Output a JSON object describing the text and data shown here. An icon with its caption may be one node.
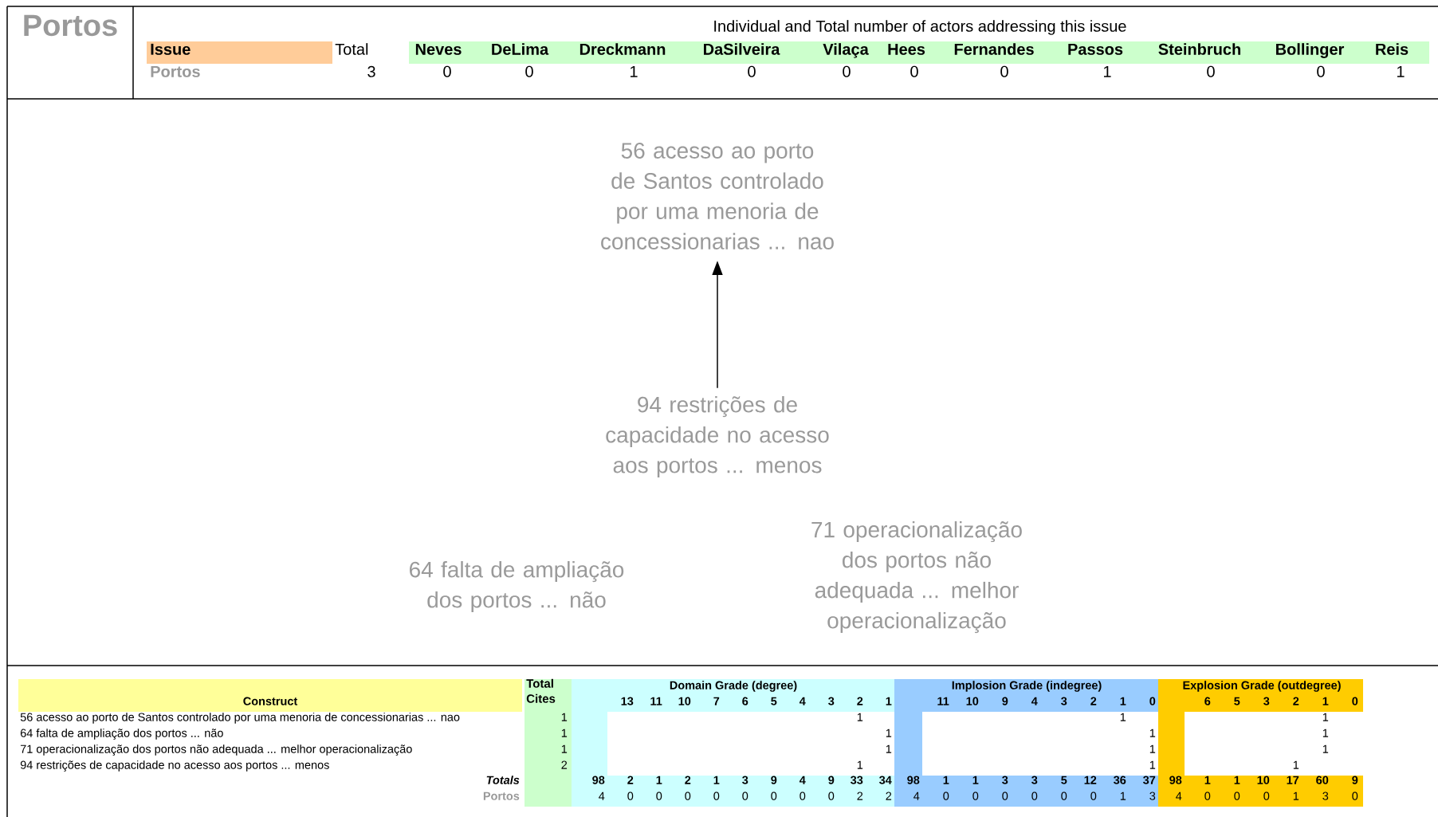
{
  "diagram": {
    "title": "Portos",
    "nodes": [
      {
        "text": [
          "56 acesso ao porto de Santos controlado por uma menoria de concessionarias ... nao"
        ]
      },
      {
        "text": [
          "64 falta de ampliação dos portos ... não"
        ]
      },
      {
        "text": [
          "71 operacionalização dos portos não adequada ... melhor operacionalização"
        ]
      },
      {
        "text": [
          "94 restrições de capacidade no acesso aos portos ... menos"
        ]
      }
    ],
    "edges": [
      {
        "from": 3,
        "to": 0,
        "arrow": "to"
      }
    ],
    "labels": [
      "Individual and Total number of actors addressing this issue",
      "Issue",
      "Total",
      "Neves",
      "DeLima",
      "Dreckmann",
      "DaSilveira",
      "Vilaça",
      "Hees",
      "Fernandes",
      "Passos",
      "Steinbruch",
      "Bollinger",
      "Reis",
      "Portos",
      "3",
      "0",
      "0",
      "1",
      "0",
      "0",
      "0",
      "0",
      "1",
      "0",
      "0",
      "1",
      "Total Cites",
      "Domain Grade (degree)",
      "Implosion Grade (indegree)",
      "Explosion Grade (outdegree)",
      "Construct",
      "13",
      "11",
      "10",
      "7",
      "6",
      "5",
      "4",
      "3",
      "2",
      "1",
      "11",
      "10",
      "9",
      "4",
      "3",
      "2",
      "1",
      "0",
      "6",
      "5",
      "3",
      "2",
      "1",
      "0",
      "56 acesso ao porto de Santos controlado por uma menoria de concessionarias ... nao",
      "1",
      "1",
      "1",
      "1",
      "64 falta de ampliação dos portos ... não",
      "1",
      "1",
      "1",
      "1",
      "71 operacionalização dos portos não adequada ... melhor operacionalização",
      "1",
      "1",
      "1",
      "1",
      "94 restrições de capacidade no acesso aos portos ... menos",
      "2",
      "1",
      "1",
      "1",
      "Totals",
      "98",
      "2",
      "1",
      "2",
      "1",
      "3",
      "9",
      "4",
      "9",
      "33",
      "34",
      "98",
      "1",
      "1",
      "3",
      "3",
      "5",
      "12",
      "36",
      "37",
      "98",
      "1",
      "1",
      "10",
      "17",
      "60",
      "9",
      "Portos",
      "4",
      "0",
      "0",
      "0",
      "0",
      "0",
      "0",
      "0",
      "0",
      "2",
      "2",
      "4",
      "0",
      "0",
      "0",
      "0",
      "0",
      "0",
      "1",
      "3",
      "4",
      "0",
      "0",
      "0",
      "1",
      "3",
      "0"
    ]
  }
}
